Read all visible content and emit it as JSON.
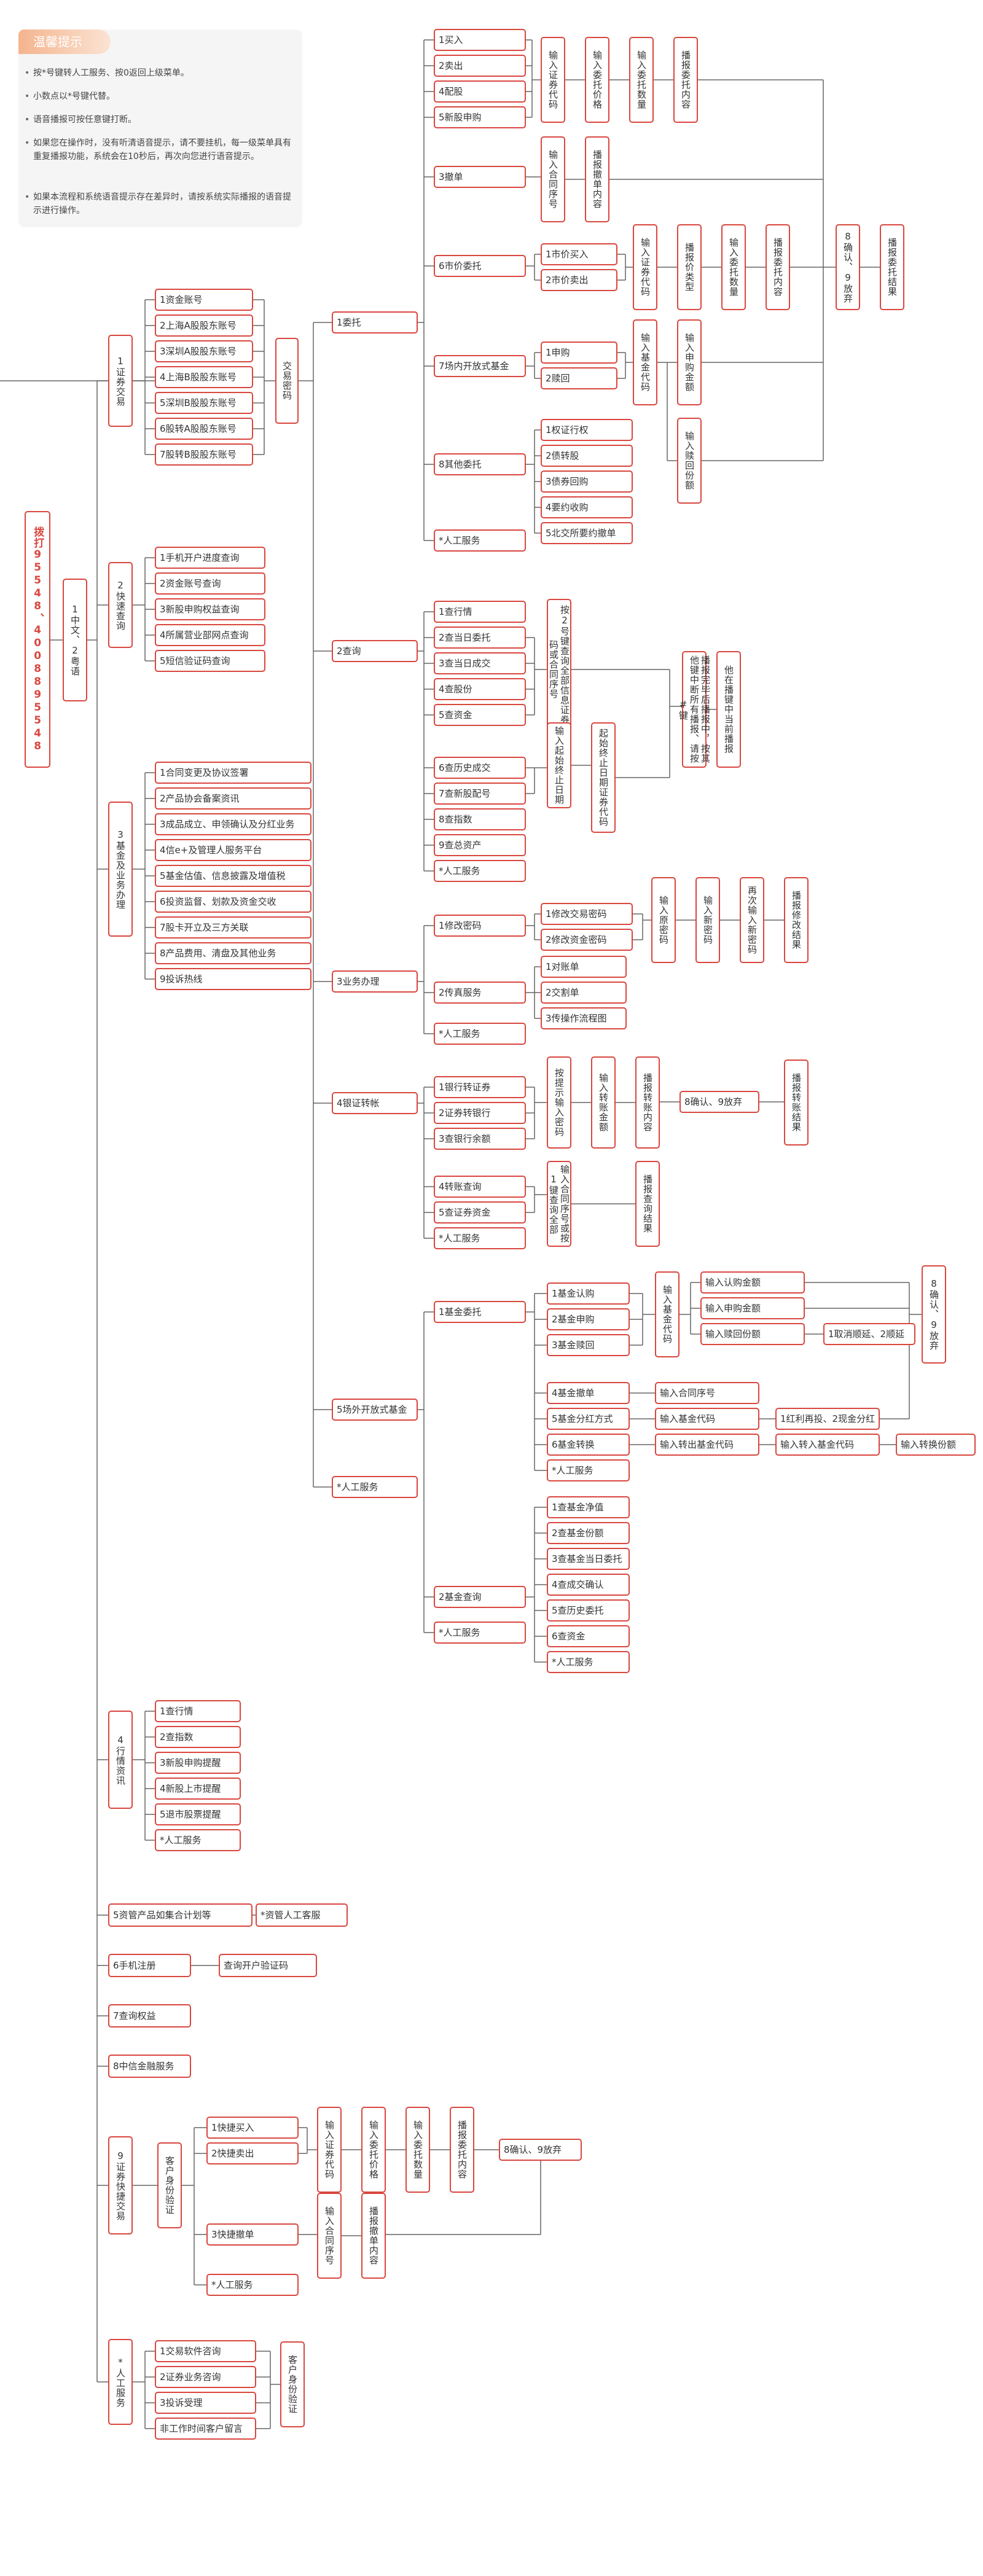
{
  "tips": {
    "title": "温馨提示",
    "items": [
      "按*号键转人工服务、按0返回上级菜单。",
      "小数点以*号键代替。",
      "语音播报可按任意键打断。",
      "如果您在操作时，没有听清语音提示，请不要挂机，每一级菜单具有重复播报功能，系统会在10秒后，再次向您进行语音提示。",
      "如果本流程和系统语音提示存在差异时，请按系统实际播报的语音提示进行操作。"
    ]
  },
  "hotline": "拨打95548、4008895548",
  "nodes": {
    "lang": "1中文、2粤语",
    "l1": [
      "1证券交易",
      "2快速查询",
      "3基金及业务办理",
      "4行情资讯",
      "5资管产品如集合计划等",
      "6手机注册",
      "7查询权益",
      "8中信金融服务",
      "9证券快捷交易",
      "*人工服务"
    ],
    "s1": [
      "1资金账号",
      "2上海A股股东账号",
      "3深圳A股股东账号",
      "4上海B股股东账号",
      "5深圳B股股东账号",
      "6股转A股股东账号",
      "7股转B股股东账号"
    ],
    "s1pwd": "交易密码",
    "s2": [
      "1手机开户进度查询",
      "2资金账号查询",
      "3新股申购权益查询",
      "4所属营业部网点查询",
      "5短信验证码查询"
    ],
    "s3": [
      "1合同变更及协议签署",
      "2产品协会备案资讯",
      "3成品成立、申领确认及分红业务",
      "4信e+及管理人服务平台",
      "5基金估值、信息披露及增值税",
      "6投资监督、划款及资金交收",
      "7股卡开立及三方关联",
      "8产品费用、清盘及其他业务",
      "9投诉热线"
    ],
    "s4": [
      "1查行情",
      "2查指数",
      "3新股申购提醒",
      "4新股上市提醒",
      "5退市股票提醒",
      "*人工服务"
    ],
    "s5": "*资管人工客服",
    "s6": "查询开户验证码",
    "s9": [
      "1快捷买入",
      "2快捷卖出",
      "3快捷撤单",
      "*人工服务"
    ],
    "s9verify": "客户身份验证",
    "s9chain": [
      "输入证券代码",
      "输入委托价格",
      "输入委托数量",
      "播报委托内容"
    ],
    "s9cancel": [
      "输入合同序号",
      "播报撤单内容"
    ],
    "s9confirm": "8确认、9放弃",
    "sStar": [
      "1交易软件咨询",
      "2证券业务咨询",
      "3投诉受理",
      "非工作时间客户留言"
    ],
    "sStarVerify": "客户身份验证",
    "t1": [
      "1委托",
      "2查询",
      "3业务办理",
      "4银证转帐",
      "5场外开放式基金",
      "*人工服务"
    ],
    "w1": [
      "1买入",
      "2卖出",
      "4配股",
      "5新股申购"
    ],
    "w1chain": [
      "输入证券代码",
      "输入委托价格",
      "输入委托数量",
      "播报委托内容"
    ],
    "w3": "3撤单",
    "w3chain": [
      "输入合同序号",
      "播报撤单内容"
    ],
    "w6": "6市价委托",
    "w6sub": [
      "1市价买入",
      "2市价卖出"
    ],
    "w6chain": [
      "输入证券代码",
      "播报价类型",
      "输入委托数量",
      "播报委托内容"
    ],
    "w7": "7场内开放式基金",
    "w7sub": [
      "1申购",
      "2赎回"
    ],
    "w7chain": [
      "输入基金代码",
      "输入申购金额",
      "输入赎回份额"
    ],
    "w8": "8其他委托",
    "w8sub": [
      "1权证行权",
      "2债转股",
      "3债券回购",
      "4要约收购",
      "5北交所要约撤单"
    ],
    "wStar": "*人工服务",
    "wConfirm": "8确认、9放弃",
    "wResult": "播报委托结果",
    "q": [
      "1查行情",
      "2查当日委托",
      "3查当日成交",
      "4查股份",
      "5查资金",
      "6查历史成交",
      "7查新股配号",
      "8查指数",
      "9查总资产",
      "*人工服务"
    ],
    "qNote1": "按2号键查询全部信息证券代码或合同序号",
    "qNote2": "输入起始终止日期",
    "qNote3": "起始终止日期证券代码",
    "qNote4": "播报完毕后播报中，按其他键中断所有播报、请按#键",
    "qNote5": "他在播键中当前播报",
    "b": [
      "1修改密码",
      "2传真服务",
      "*人工服务"
    ],
    "bPwd": [
      "1修改交易密码",
      "2修改资金密码"
    ],
    "bPwdChain": [
      "输入原密码",
      "输入新密码",
      "再次输入新密码",
      "播报修改结果"
    ],
    "bFax": [
      "1对账单",
      "2交割单",
      "3传操作流程图"
    ],
    "y": [
      "1银行转证券",
      "2证券转银行",
      "3查银行余额",
      "4转账查询",
      "5查证券资金",
      "*人工服务"
    ],
    "yChain1": "按提示输入密码",
    "yChain2": "输入转账金额",
    "yChain3": "播报转账内容",
    "yConfirm": "8确认、9放弃",
    "yResult": "播报转账结果",
    "yQ1": "输入合同序号或按1键查询全部",
    "yQ2": "播报查询结果",
    "f": [
      "1基金委托",
      "2基金查询",
      "*人工服务"
    ],
    "fw": [
      "1基金认购",
      "2基金申购",
      "3基金赎回",
      "4基金撤单",
      "5基金分红方式",
      "6基金转换",
      "*人工服务"
    ],
    "fwCode": "输入基金代码",
    "fwAmt": [
      "输入认购金额",
      "输入申购金额",
      "输入赎回份额"
    ],
    "fwRedeem": "1取消顺延、2顺延",
    "fwCancel": "输入合同序号",
    "fwDiv": "输入基金代码",
    "fwDivOpt": "1红利再投、2现金分红",
    "fwConv1": "输入转出基金代码",
    "fwConv2": "输入转入基金代码",
    "fwConv3": "输入转换份额",
    "fwConfirm": "8确认、9放弃",
    "fq": [
      "1查基金净值",
      "2查基金份额",
      "3查基金当日委托",
      "4查成交确认",
      "5查历史委托",
      "6查资金",
      "*人工服务"
    ]
  },
  "colors": {
    "accent": "#d9473f",
    "line": "#666666",
    "tipBg": "#f5f5f5"
  }
}
